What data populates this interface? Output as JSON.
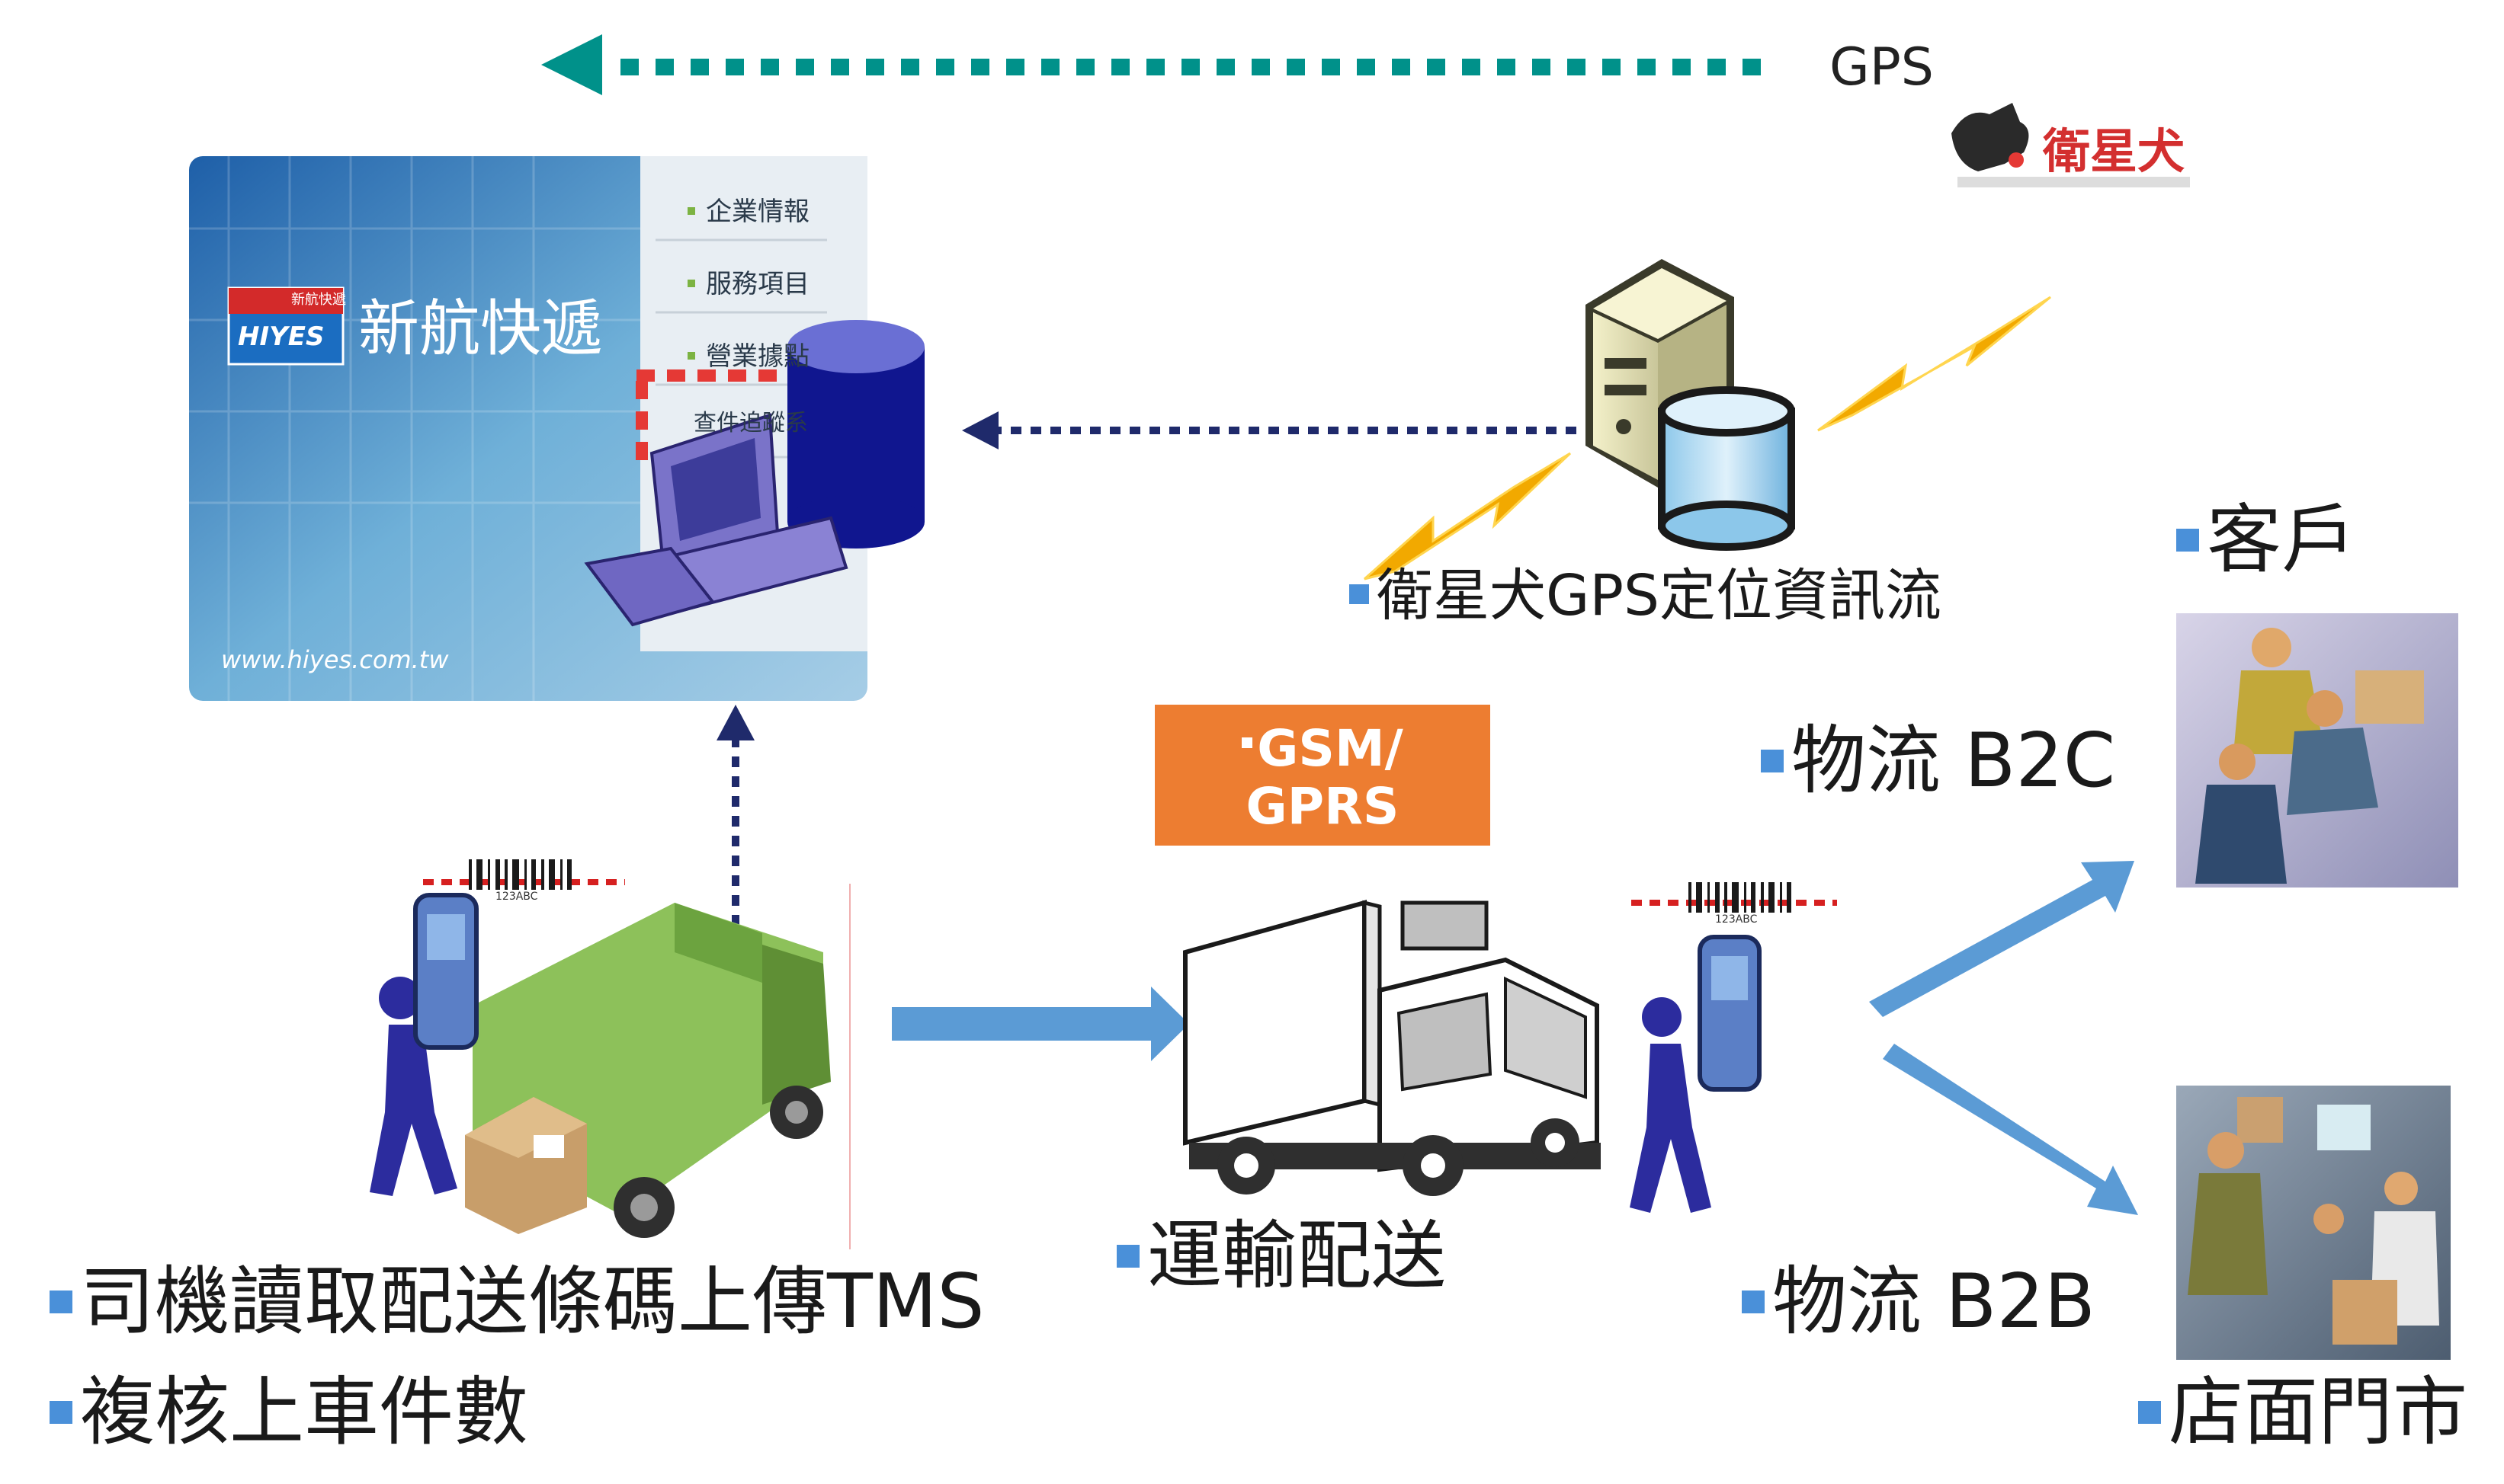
{
  "gps_label": "GPS",
  "satellite_logo_text": "衛星犬",
  "website": {
    "brand_text": "新航快遞",
    "logo_text": "HIYES",
    "logo_subtext": "新航快遞",
    "menu_items": [
      "企業情報",
      "服務項目",
      "營業據點",
      "查件追蹤系"
    ],
    "url": "www.hiyes.com.tw"
  },
  "gps_flow_label": "衛星犬GPS定位資訊流",
  "gsm_box_line1": "GSM/",
  "gsm_box_line2": "GPRS",
  "barcode_text": "123ABC",
  "labels": {
    "driver_scan": "司機讀取配送條碼上傳TMS",
    "recheck": "複核上車件數",
    "transport": "運輸配送",
    "b2c": "物流 B2C",
    "b2b": "物流 B2B",
    "customer": "客戶",
    "store": "店面門市"
  },
  "colors": {
    "teal_arrow": "#00918a",
    "navy_dotted": "#1f2a6b",
    "blue_arrow": "#5b9bd5",
    "bullet": "#4a90d9",
    "gsm_box": "#ed7d31",
    "bolt": "#f2a900",
    "truck_green": "#8dc15a",
    "scanner_red": "#d62020"
  }
}
